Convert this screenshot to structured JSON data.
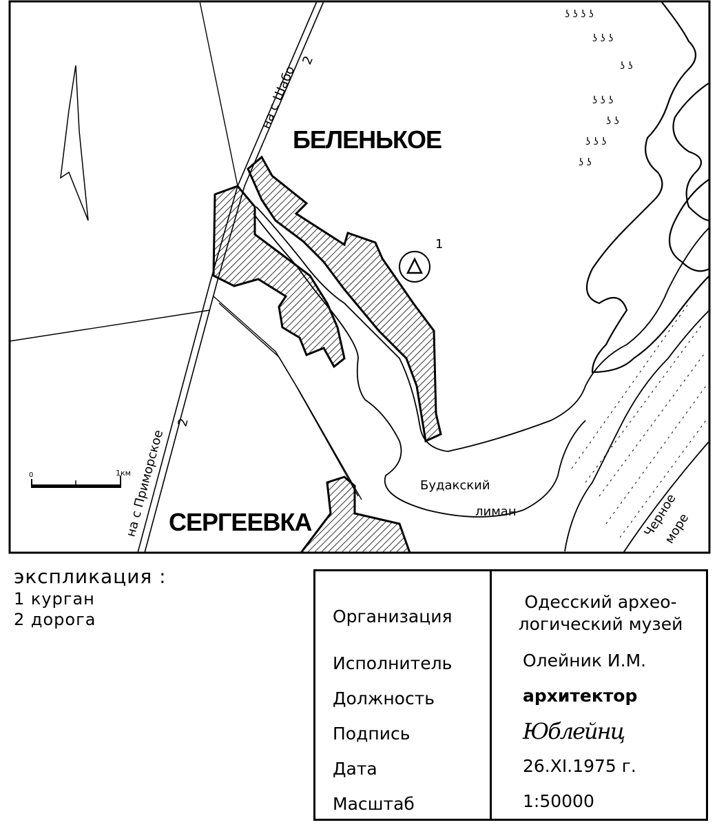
{
  "map": {
    "town_north": "БЕЛЕНЬКОЕ",
    "town_south": "СЕРГЕЕВКА",
    "road_north": "на с Шабо",
    "road_south": "на с Приморское",
    "road_marker_north": "2",
    "road_marker_south": "2",
    "site_marker": "1",
    "liman_line1": "Будакский",
    "liman_line2": "лиман",
    "sea_line1": "Черное",
    "sea_line2": "море",
    "scale_zero": "0",
    "scale_unit": "1км"
  },
  "legend": {
    "title": "экспликация :",
    "items": [
      "1  курган",
      "2  дорога"
    ]
  },
  "stamp": {
    "labels": [
      "Организация",
      "Исполнитель",
      "Должность",
      "Подпись",
      "Дата",
      "Масштаб"
    ],
    "org_line1": "Одесский архео-",
    "org_line2": "логический музей",
    "executor": "Олейник И.М.",
    "position": "архитектор",
    "signature": "Юблейнц",
    "date": "26.XI.1975 г.",
    "scale": "1:50000"
  }
}
